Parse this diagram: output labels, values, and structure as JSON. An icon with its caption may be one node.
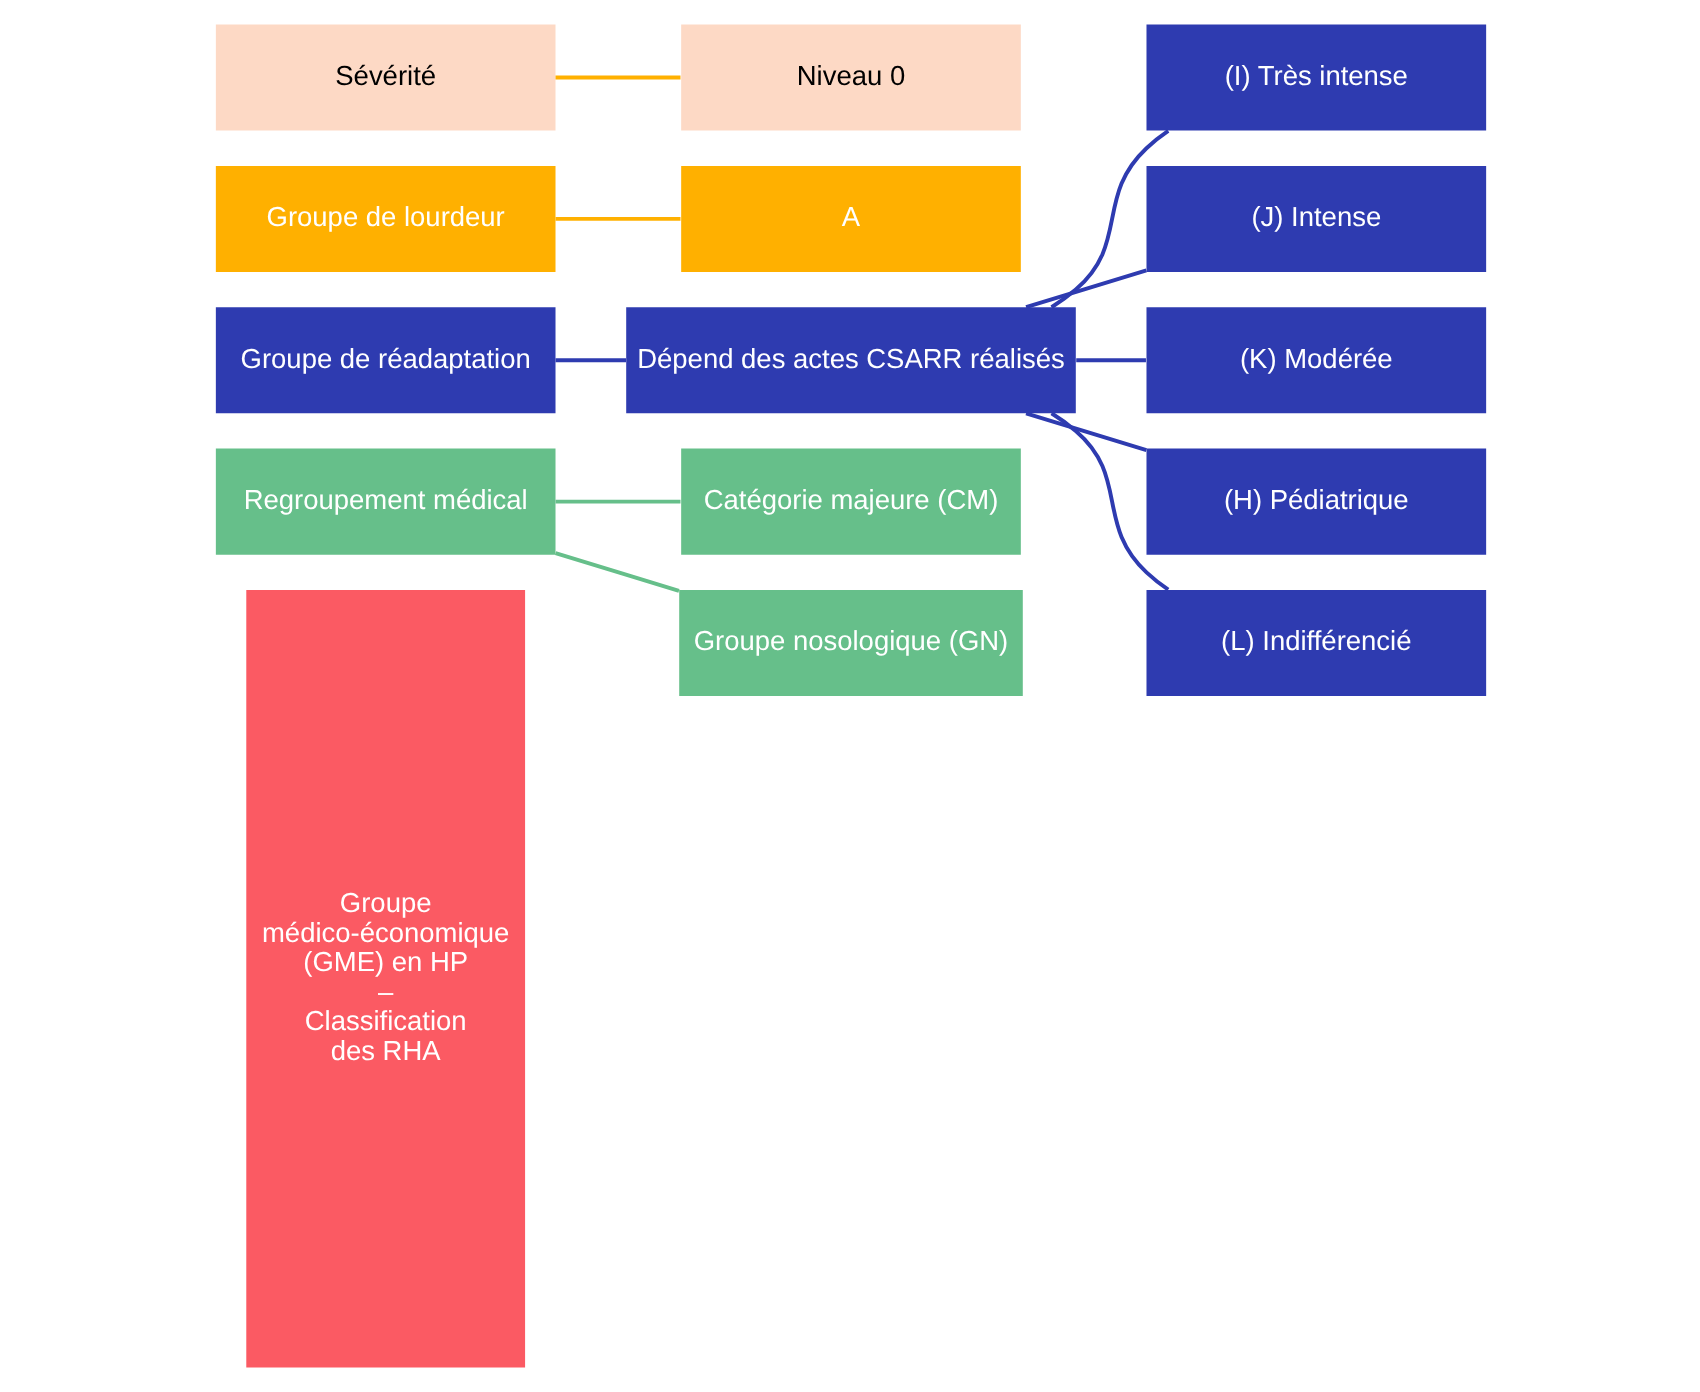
{
  "diagram": {
    "nodes": [
      {
        "text": [
          "Groupe médico-économique (GME) en HP – Classification des RHA"
        ]
      },
      {
        "text": [
          "Regroupement médical"
        ]
      },
      {
        "text": [
          "Catégorie majeure (CM)"
        ]
      },
      {
        "text": [
          "Groupe nosologique (GN)"
        ]
      },
      {
        "text": [
          "Groupe de réadaptation"
        ]
      },
      {
        "text": [
          "Dépend des actes CSARR réalisés"
        ]
      },
      {
        "text": [
          "(I) Très intense"
        ]
      },
      {
        "text": [
          "(J) Intense"
        ]
      },
      {
        "text": [
          "(K) Modérée"
        ]
      },
      {
        "text": [
          "(H) Pédiatrique"
        ]
      },
      {
        "text": [
          "(L) Indifférencié"
        ]
      },
      {
        "text": [
          "Groupe de lourdeur"
        ]
      },
      {
        "text": [
          "A"
        ]
      },
      {
        "text": [
          "Sévérité"
        ]
      },
      {
        "text": [
          "Niveau 0"
        ]
      }
    ],
    "edges": [
      {
        "from": 1,
        "to": 2,
        "arrow": "none",
        "color": "#66bf8a"
      },
      {
        "from": 1,
        "to": 3,
        "arrow": "none",
        "color": "#66bf8a"
      },
      {
        "from": 4,
        "to": 5,
        "arrow": "none"
      },
      {
        "from": 5,
        "to": 6,
        "arrow": "none"
      },
      {
        "from": 5,
        "to": 7,
        "arrow": "none"
      },
      {
        "from": 5,
        "to": 8,
        "arrow": "none"
      },
      {
        "from": 5,
        "to": 9,
        "arrow": "none"
      },
      {
        "from": 5,
        "to": 10,
        "arrow": "none"
      },
      {
        "from": 11,
        "to": 12,
        "arrow": "none",
        "color": "#ffb000"
      },
      {
        "from": 13,
        "to": 14,
        "arrow": "none",
        "color": "#ffb000"
      }
    ]
  }
}
